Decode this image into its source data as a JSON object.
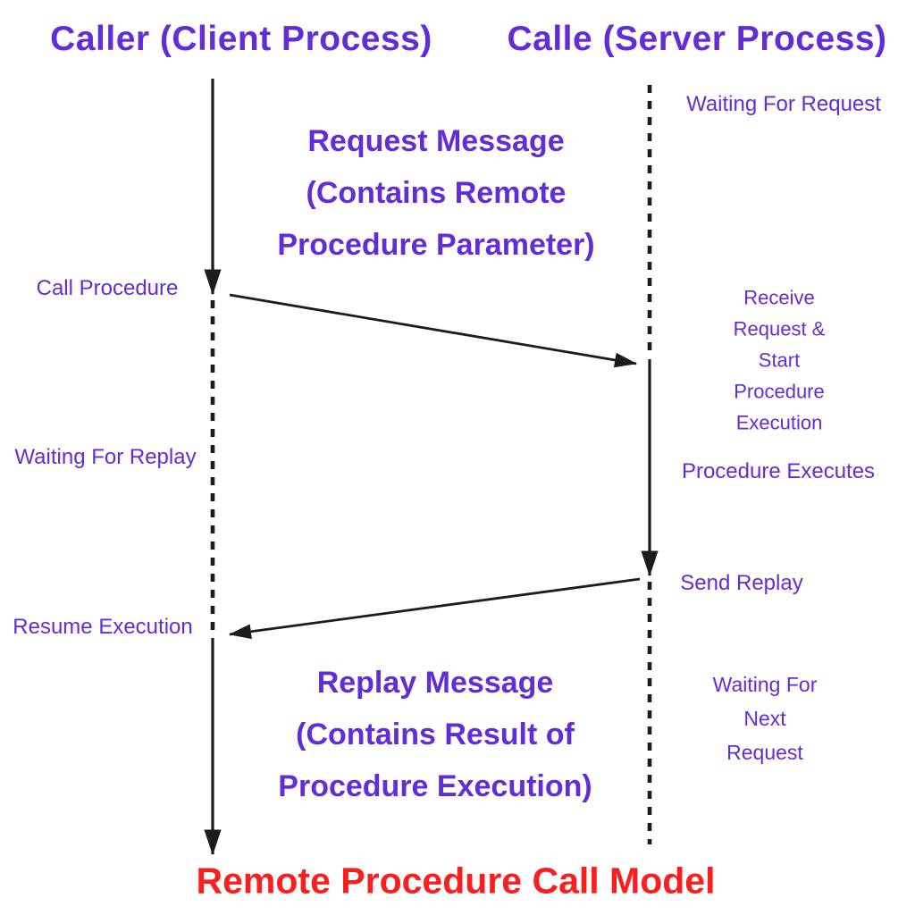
{
  "colors": {
    "accent": "#622dd7",
    "title": "#fa1e1e",
    "line": "#1c1c1c",
    "background": "#ffffff"
  },
  "headers": {
    "caller": "Caller (Client Process)",
    "callee": "Calle (Server Process)"
  },
  "messages": {
    "request": "Request Message\n(Contains Remote\nProcedure Parameter)",
    "reply": "Replay Message\n(Contains Result of\nProcedure Execution)"
  },
  "caller_events": {
    "call_procedure": "Call Procedure",
    "waiting_for_reply": "Waiting For Replay",
    "resume_execution": "Resume Execution"
  },
  "callee_events": {
    "waiting_for_request": "Waiting For Request",
    "receive_request": "Receive Request &\nStart Procedure Execution",
    "procedure_executes": "Procedure Executes",
    "send_reply": "Send Replay",
    "waiting_for_next_request": "Waiting For Next\nRequest"
  },
  "footer": {
    "title": "Remote Procedure Call Model"
  }
}
